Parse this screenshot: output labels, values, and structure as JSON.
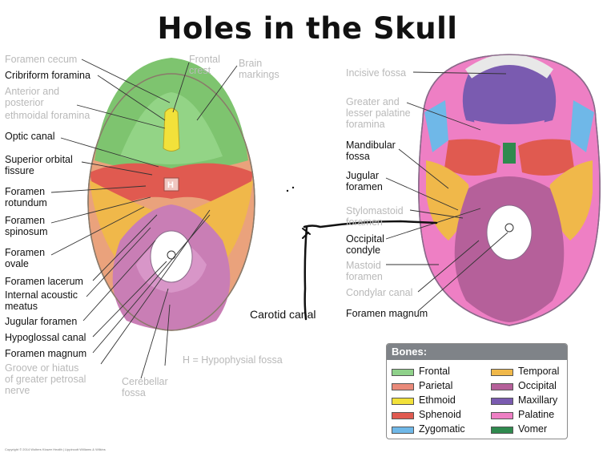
{
  "title": "Holes in the Skull",
  "left_labels": [
    {
      "key": "foramen_cecum",
      "text": "Foramen cecum",
      "faded": true
    },
    {
      "key": "cribriform",
      "text": "Cribriform foramina",
      "faded": false
    },
    {
      "key": "ant_post_ethmoid_faded",
      "text": "Anterior and\nposterior",
      "faded": true
    },
    {
      "key": "ethmoidal_foramina",
      "text": "ethmoidal foramina",
      "faded": true
    },
    {
      "key": "optic_canal",
      "text": "Optic canal",
      "faded": false
    },
    {
      "key": "sup_orbital",
      "text": "Superior orbital\nfissure",
      "faded": false
    },
    {
      "key": "foramen_rotundum",
      "text": "Foramen\nrotundum",
      "faded": false
    },
    {
      "key": "foramen_spinosum",
      "text": "Foramen\nspinosum",
      "faded": false
    },
    {
      "key": "foramen_ovale",
      "text": "Foramen\novale",
      "faded": false
    },
    {
      "key": "foramen_lacerum",
      "text": "Foramen lacerum",
      "faded": false
    },
    {
      "key": "internal_acoustic",
      "text": "Internal acoustic\nmeatus",
      "faded": false
    },
    {
      "key": "jugular_foramen_left",
      "text": "Jugular foramen",
      "faded": false
    },
    {
      "key": "hypoglossal",
      "text": "Hypoglossal canal",
      "faded": false
    },
    {
      "key": "foramen_magnum_left",
      "text": "Foramen magnum",
      "faded": false
    },
    {
      "key": "groove_hiatus",
      "text": "Groove or hiatus\nof greater petrosal\nnerve",
      "faded": true
    }
  ],
  "top_labels": [
    {
      "key": "frontal_crest",
      "text": "Frontal\ncrest",
      "faded": true
    },
    {
      "key": "brain_markings",
      "text": "Brain\nmarkings",
      "faded": true
    }
  ],
  "bottom_labels": [
    {
      "key": "hypophysial",
      "text": "H = Hypophysial fossa",
      "faded": true
    },
    {
      "key": "cerebellar",
      "text": "Cerebellar\nfossa",
      "faded": true
    }
  ],
  "right_labels": [
    {
      "key": "incisive_fossa",
      "text": "Incisive fossa",
      "faded": true
    },
    {
      "key": "greater_lesser",
      "text": "Greater and\nlesser palatine\nforamina",
      "faded": true
    },
    {
      "key": "mandibular_fossa",
      "text": "Mandibular\nfossa",
      "faded": false
    },
    {
      "key": "jugular_foramen_right",
      "text": "Jugular\nforamen",
      "faded": false
    },
    {
      "key": "stylomastoid",
      "text": "Stylomastoid\nforamen",
      "faded": true
    },
    {
      "key": "occipital_condyle",
      "text": "Occipital\ncondyle",
      "faded": false
    },
    {
      "key": "mastoid_foramen",
      "text": "Mastoid\nforamen",
      "faded": true
    },
    {
      "key": "condylar_canal",
      "text": "Condylar canal",
      "faded": true
    },
    {
      "key": "foramen_magnum_right",
      "text": "Foramen magnum",
      "faded": false
    }
  ],
  "skull_marker": "H",
  "annotation": "Carotid canal",
  "legend": {
    "title": "Bones:",
    "items": [
      {
        "label": "Frontal",
        "color": "#8fd18a"
      },
      {
        "label": "Parietal",
        "color": "#e98a7a"
      },
      {
        "label": "Ethmoid",
        "color": "#f2e13a"
      },
      {
        "label": "Sphenoid",
        "color": "#e05a50"
      },
      {
        "label": "Zygomatic",
        "color": "#6fb8e8"
      },
      {
        "label": "Temporal",
        "color": "#f0b84a"
      },
      {
        "label": "Occipital",
        "color": "#b5609a"
      },
      {
        "label": "Maxillary",
        "color": "#7a5bb0"
      },
      {
        "label": "Palatine",
        "color": "#ee7fc4"
      },
      {
        "label": "Vomer",
        "color": "#2f8a4e"
      }
    ]
  },
  "copyright": "Copyright © 2014 Wolters Kluwer Health | Lippincott Williams & Wilkins"
}
